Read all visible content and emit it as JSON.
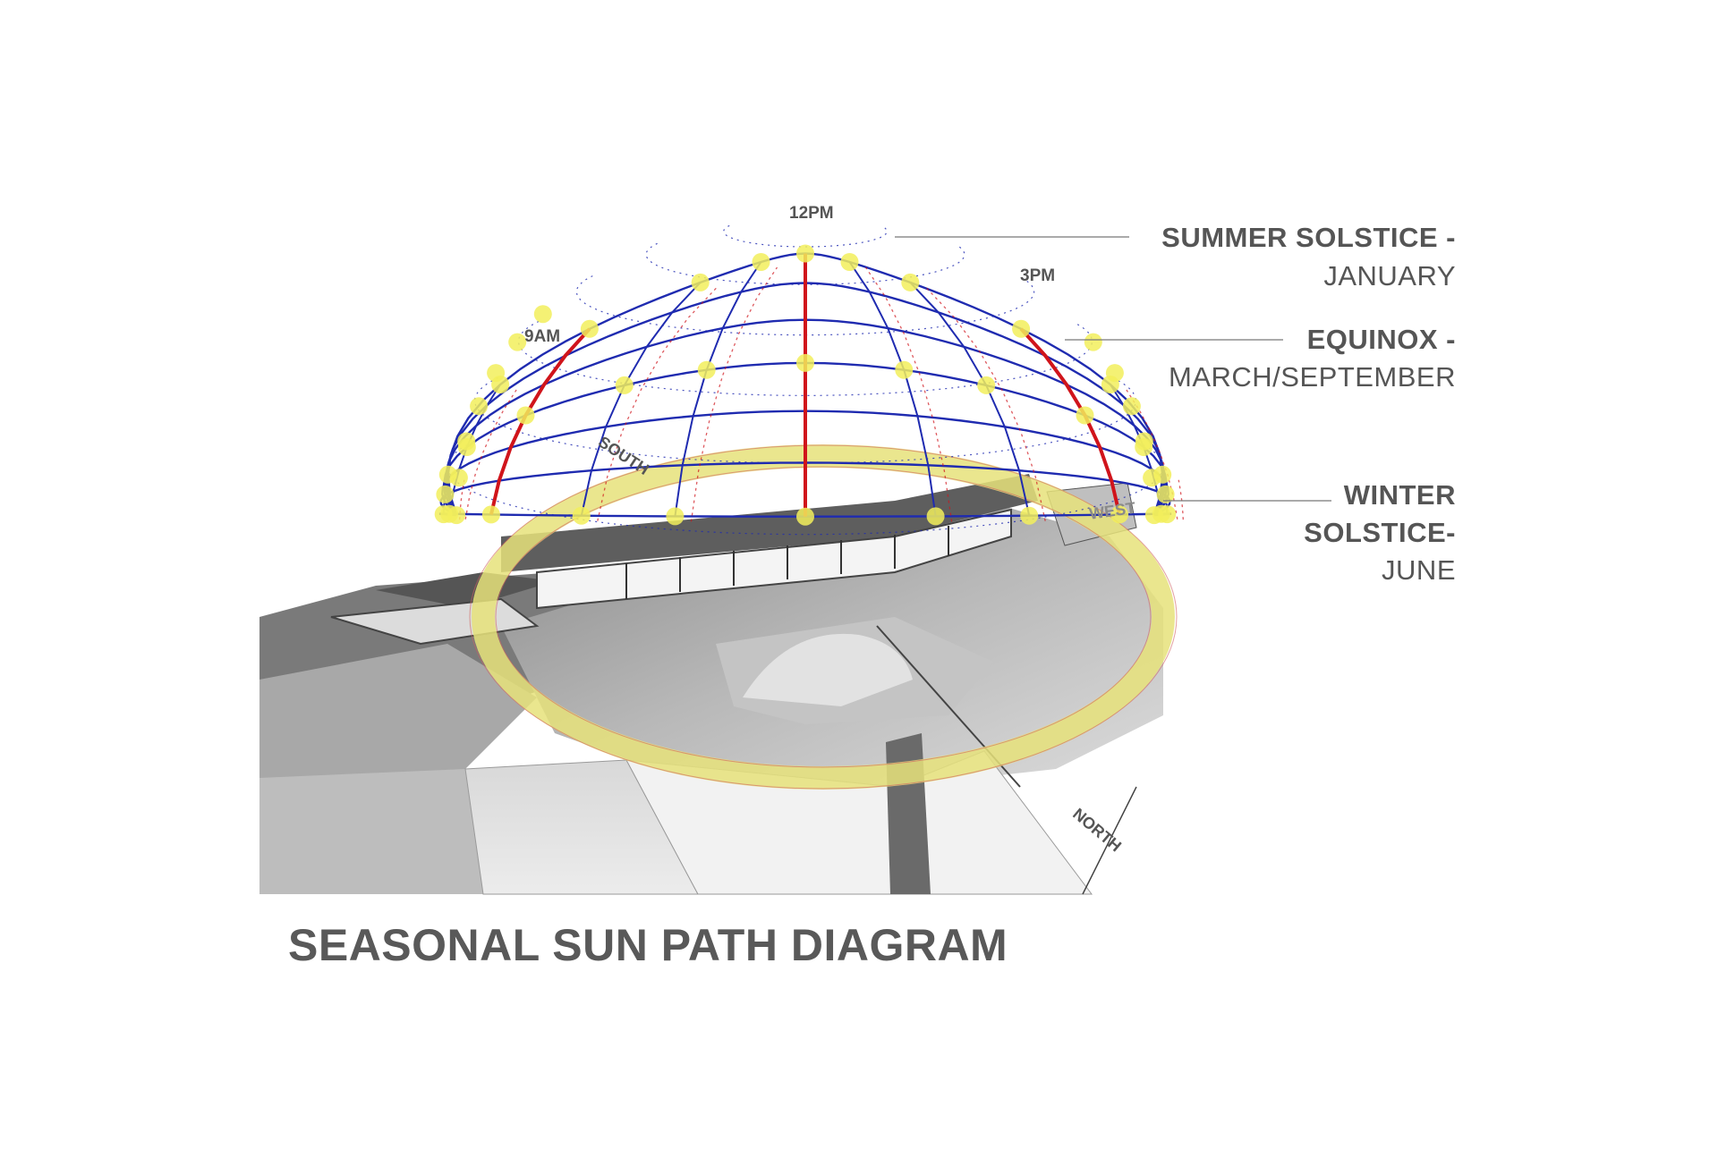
{
  "title": "SEASONAL SUN PATH DIAGRAM",
  "labels": {
    "summer_line1": "SUMMER SOLSTICE -",
    "summer_line2": "JANUARY",
    "equinox_line1": "EQUINOX -",
    "equinox_line2": "MARCH/SEPTEMBER",
    "winter_line1": "WINTER",
    "winter_line2": "SOLSTICE-",
    "winter_line3": "JUNE"
  },
  "times": {
    "t9": "9AM",
    "t12": "12PM",
    "t3": "3PM"
  },
  "compass": {
    "south": "SOUTH",
    "north": "NORTH",
    "west": "WEST"
  },
  "colors": {
    "grid_blue": "#1f2bb0",
    "hour_red": "#d0141b",
    "sun_marker": "#f2ee5c",
    "ground_ring": "#e6e27a",
    "terrain_dark": "#6f6f6f",
    "terrain_light": "#cfcfcf",
    "label_gray": "#555555"
  }
}
